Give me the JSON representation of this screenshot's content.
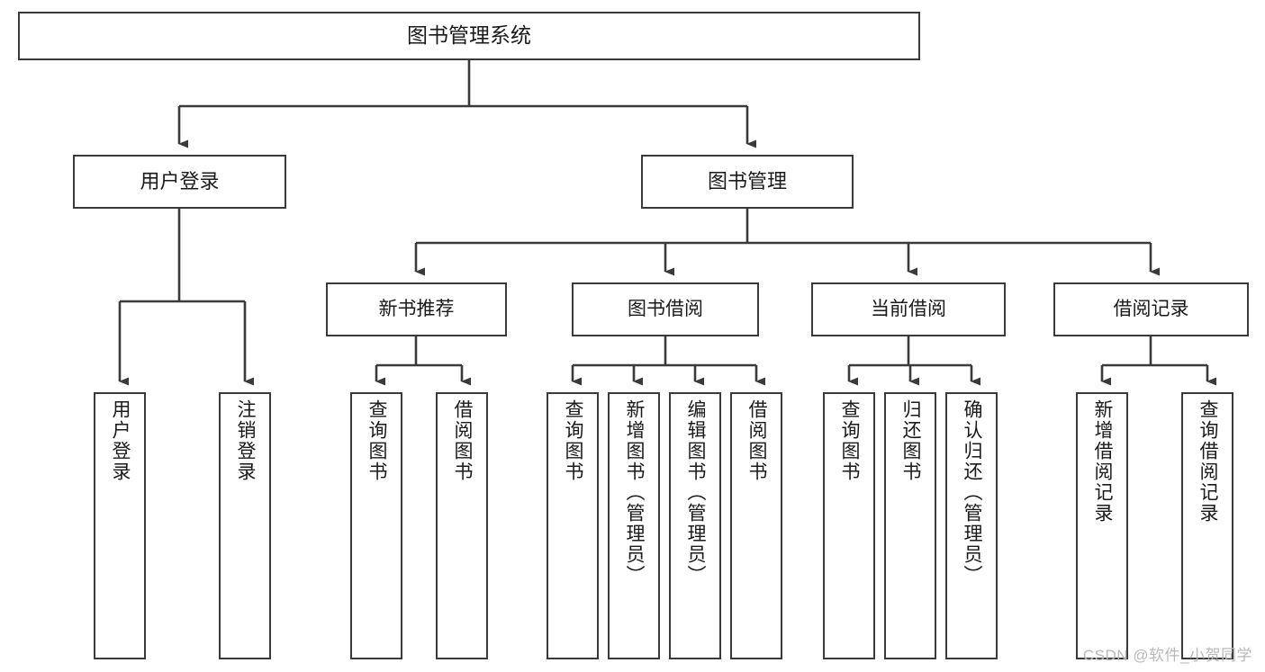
{
  "diagram": {
    "title_node": {
      "label": "图书管理系统"
    },
    "colors": {
      "box_border": "#3a3a3a",
      "connector": "#3a3a3a",
      "background": "#ffffff",
      "text": "#1a1a1a",
      "watermark": "#b9b9b9"
    },
    "level1": [
      {
        "label": "用户登录"
      },
      {
        "label": "图书管理"
      }
    ],
    "level2": [
      {
        "label": "新书推荐"
      },
      {
        "label": "图书借阅"
      },
      {
        "label": "当前借阅"
      },
      {
        "label": "借阅记录"
      }
    ],
    "leaves": {
      "user_login": [
        {
          "label": "用户登录"
        },
        {
          "label": "注销登录"
        }
      ],
      "new_book_recommend": [
        {
          "label": "查询图书"
        },
        {
          "label": "借阅图书"
        }
      ],
      "book_borrow": [
        {
          "label": "查询图书"
        },
        {
          "label": "新增图书（管理员）"
        },
        {
          "label": "编辑图书（管理员）"
        },
        {
          "label": "借阅图书"
        }
      ],
      "current_borrow": [
        {
          "label": "查询图书"
        },
        {
          "label": "归还图书"
        },
        {
          "label": "确认归还（管理员）"
        }
      ],
      "borrow_record": [
        {
          "label": "新增借阅记录"
        },
        {
          "label": "查询借阅记录"
        }
      ]
    }
  },
  "watermark": {
    "text": "CSDN @软件_小贺同学"
  }
}
